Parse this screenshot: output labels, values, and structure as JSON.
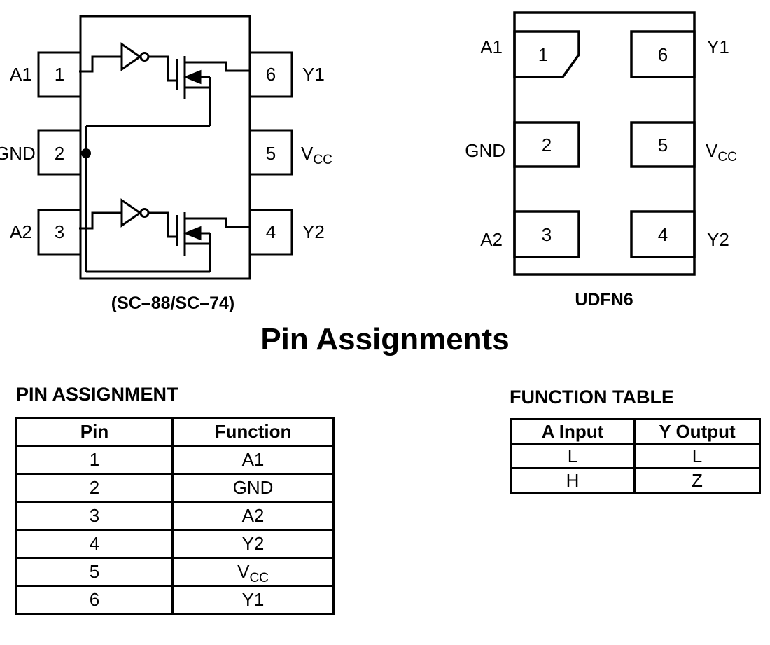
{
  "page_title": "Pin Assignments",
  "colors": {
    "ink": "#000000",
    "background": "#ffffff"
  },
  "schematic": {
    "caption": "(SC–88/SC–74)",
    "pins": {
      "p1": {
        "num": "1",
        "label": "A1"
      },
      "p2": {
        "num": "2",
        "label": "GND"
      },
      "p3": {
        "num": "3",
        "label": "A2"
      },
      "p6": {
        "num": "6",
        "label": "Y1"
      },
      "p5": {
        "num": "5",
        "label_main": "V",
        "label_sub": "CC"
      },
      "p4": {
        "num": "4",
        "label": "Y2"
      }
    }
  },
  "udfn": {
    "caption": "UDFN6",
    "pins": {
      "p1": {
        "num": "1",
        "label": "A1"
      },
      "p2": {
        "num": "2",
        "label": "GND"
      },
      "p3": {
        "num": "3",
        "label": "A2"
      },
      "p6": {
        "num": "6",
        "label": "Y1"
      },
      "p5": {
        "num": "5",
        "label_main": "V",
        "label_sub": "CC"
      },
      "p4": {
        "num": "4",
        "label": "Y2"
      }
    }
  },
  "pin_assignment": {
    "heading": "PIN ASSIGNMENT",
    "col_pin": "Pin",
    "col_function": "Function",
    "rows": [
      {
        "pin": "1",
        "function": "A1"
      },
      {
        "pin": "2",
        "function": "GND"
      },
      {
        "pin": "3",
        "function": "A2"
      },
      {
        "pin": "4",
        "function": "Y2"
      },
      {
        "pin": "5",
        "function_main": "V",
        "function_sub": "CC"
      },
      {
        "pin": "6",
        "function": "Y1"
      }
    ]
  },
  "function_table": {
    "heading": "FUNCTION TABLE",
    "col_a": "A Input",
    "col_y": "Y Output",
    "rows": [
      {
        "a": "L",
        "y": "L"
      },
      {
        "a": "H",
        "y": "Z"
      }
    ]
  }
}
